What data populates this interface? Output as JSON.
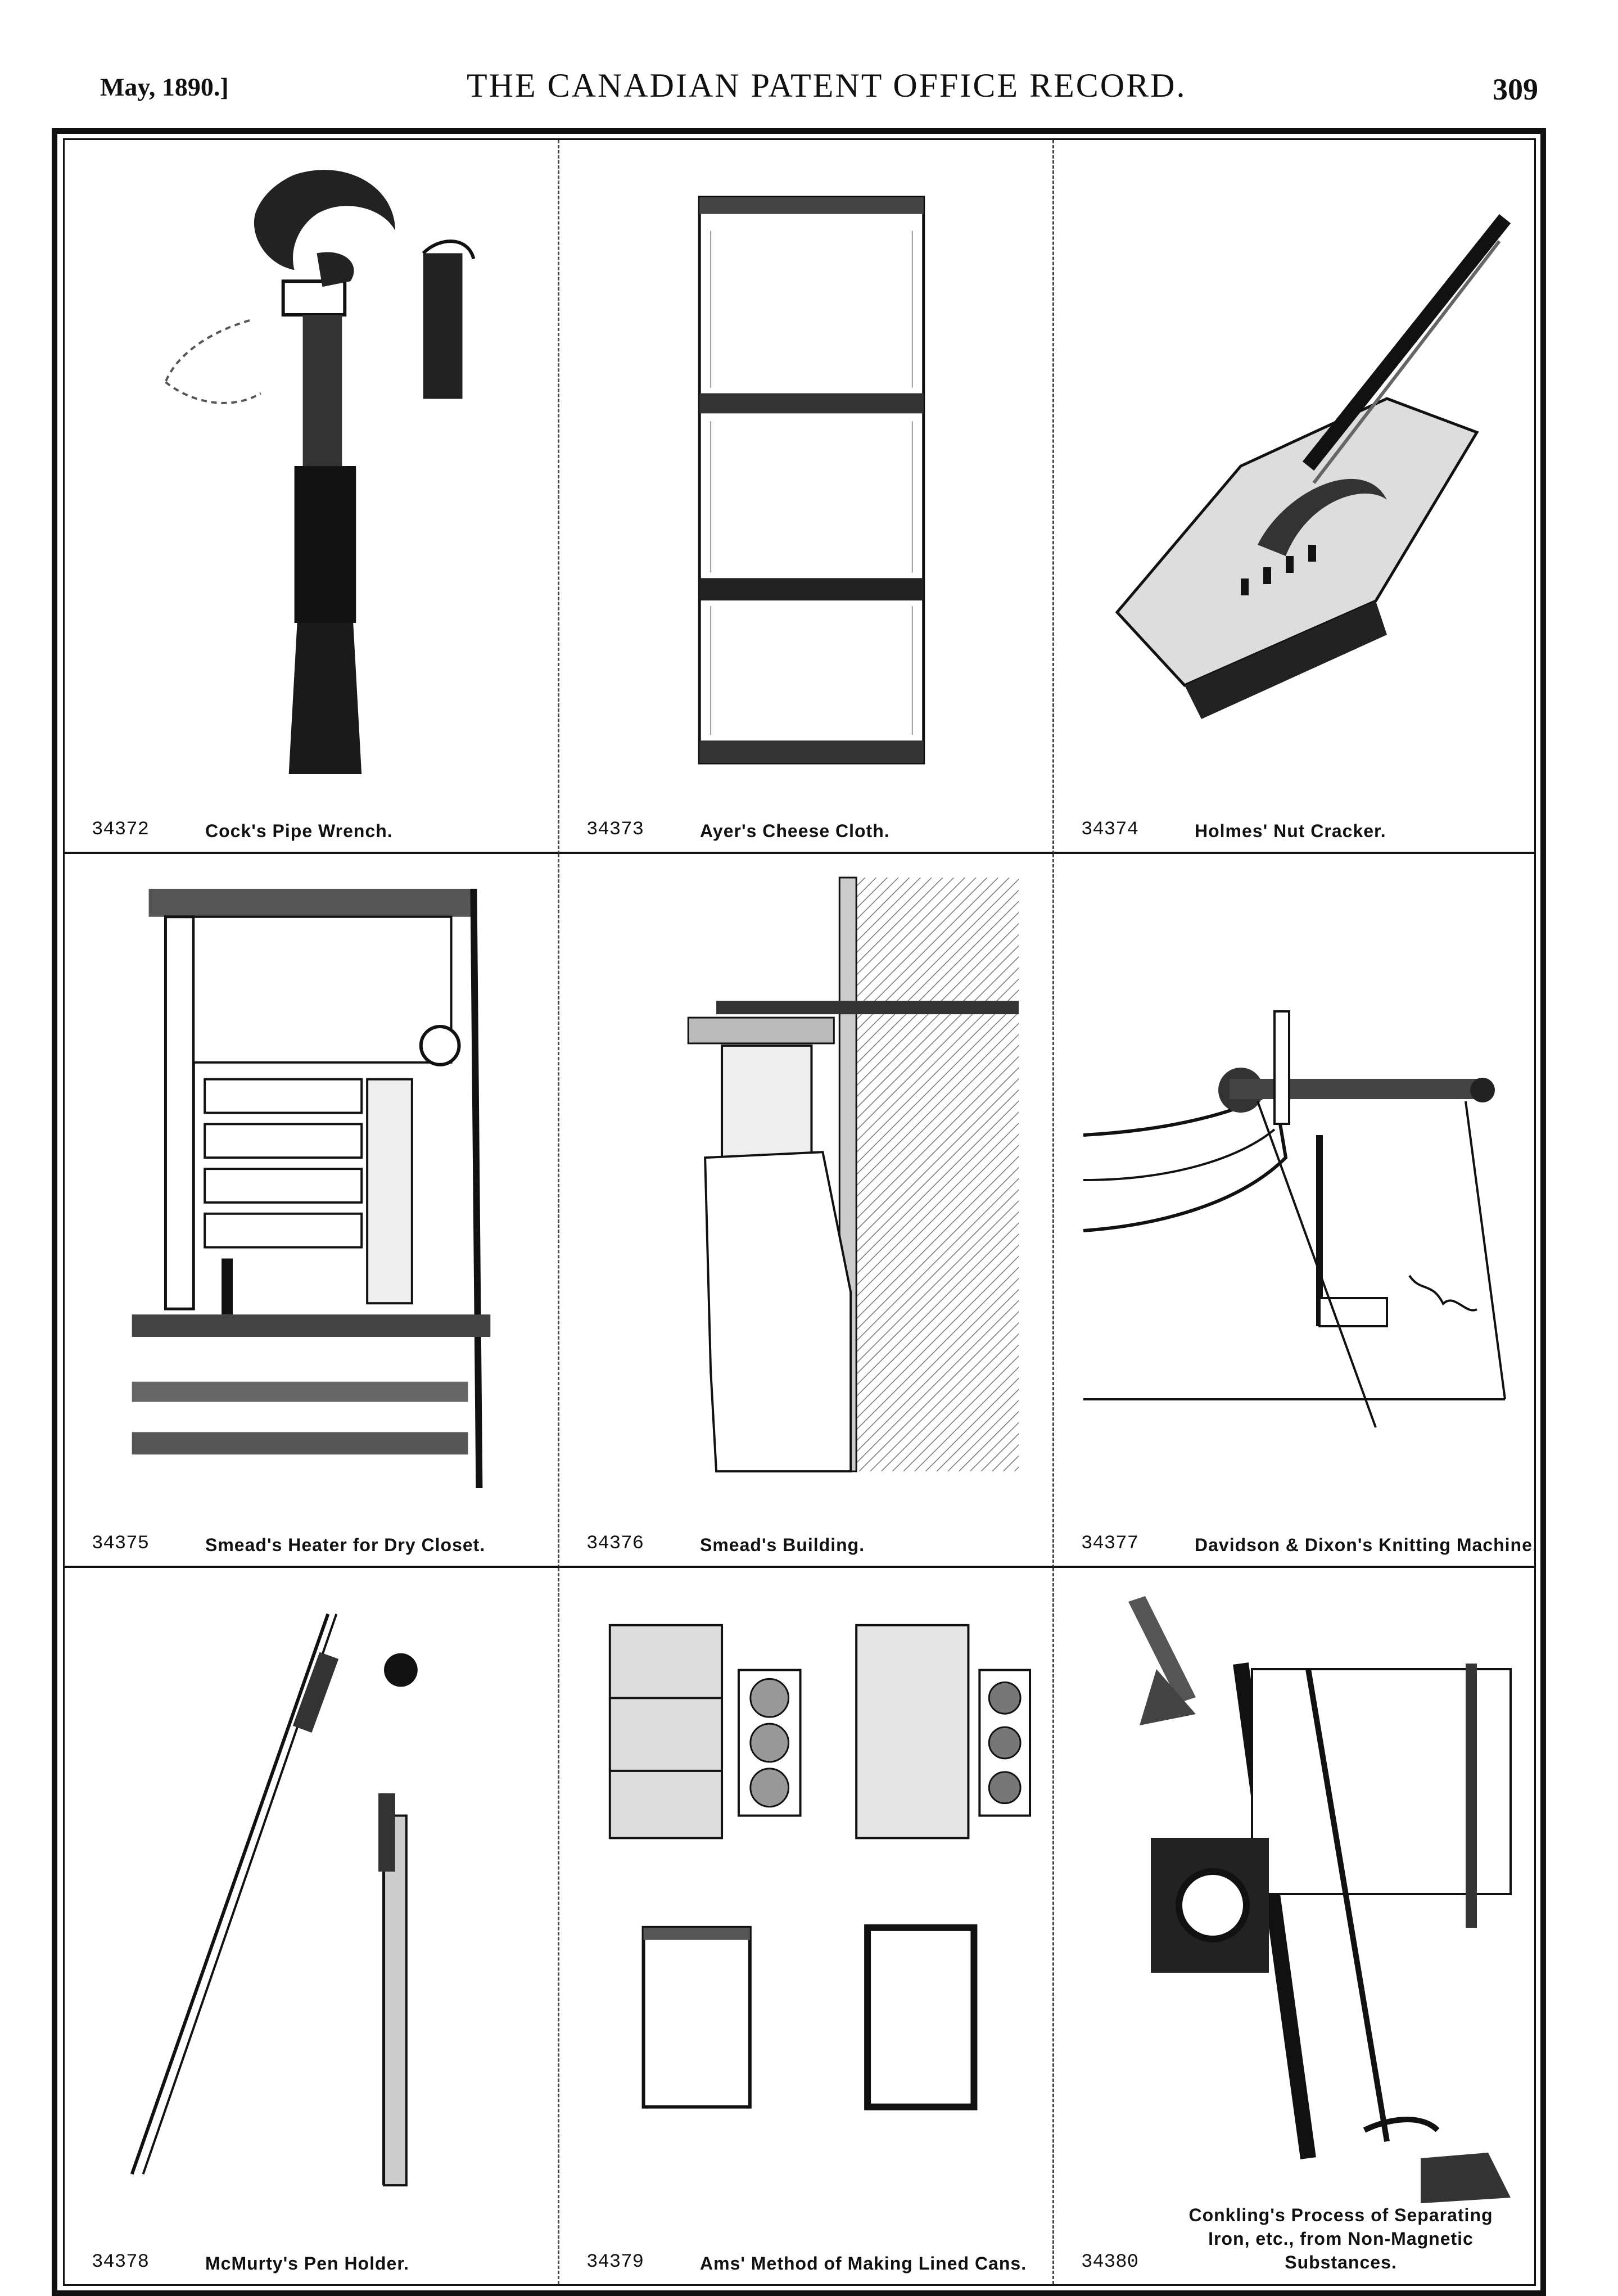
{
  "header": {
    "date": "May, 1890.]",
    "title": "THE CANADIAN PATENT OFFICE RECORD.",
    "page_number": "309"
  },
  "figures": [
    {
      "number": "34372",
      "title": "Cock's Pipe Wrench."
    },
    {
      "number": "34373",
      "title": "Ayer's Cheese Cloth."
    },
    {
      "number": "34374",
      "title": "Holmes' Nut Cracker."
    },
    {
      "number": "34375",
      "title": "Smead's Heater for Dry Closet."
    },
    {
      "number": "34376",
      "title": "Smead's Building."
    },
    {
      "number": "34377",
      "title": "Davidson & Dixon's Knitting Machine."
    },
    {
      "number": "34378",
      "title": "McMurty's Pen Holder."
    },
    {
      "number": "34379",
      "title": "Ams' Method of Making Lined Cans."
    },
    {
      "number": "34380",
      "title": "Conkling's Process of Separating Iron, etc., from Non-Magnetic Substances."
    }
  ]
}
